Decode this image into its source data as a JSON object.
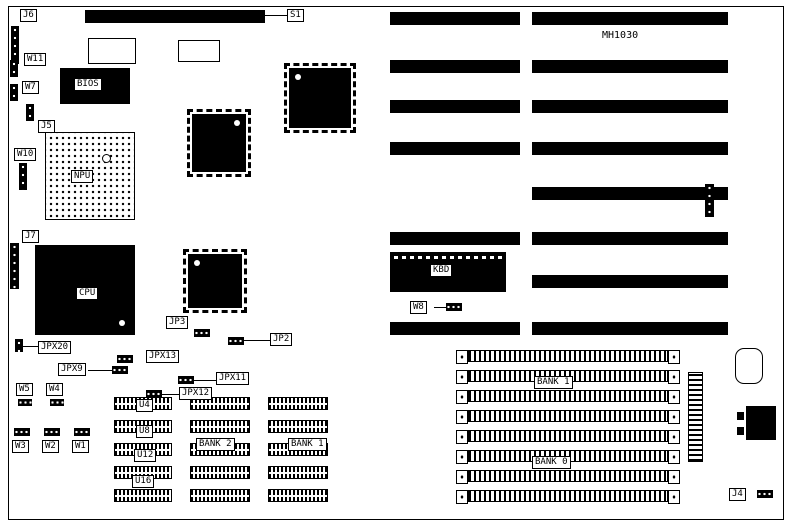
{
  "board": {
    "model": "MH1030"
  },
  "labels": {
    "s1": "S1",
    "j6": "J6",
    "w11": "W11",
    "w7": "W7",
    "bios": "BIOS",
    "j5": "J5",
    "w10": "W10",
    "npu": "NPU",
    "j7": "J7",
    "cpu": "CPU",
    "jp3": "JP3",
    "jp2": "JP2",
    "jpx20": "JPX20",
    "jpx13": "JPX13",
    "jpx9": "JPX9",
    "jpx11": "JPX11",
    "jpx12": "JPX12",
    "w5": "W5",
    "w4": "W4",
    "w3": "W3",
    "w2": "W2",
    "w1": "W1",
    "u4": "U4",
    "u8": "U8",
    "u12": "U12",
    "u16": "U16",
    "bank2": "BANK 2",
    "bank1_dip": "BANK 1",
    "kbd": "KBD",
    "w8": "W8",
    "bank1_simm": "BANK 1",
    "bank0": "BANK 0",
    "j4": "J4"
  },
  "colors": {
    "background": "#ffffff",
    "component": "#000000"
  }
}
